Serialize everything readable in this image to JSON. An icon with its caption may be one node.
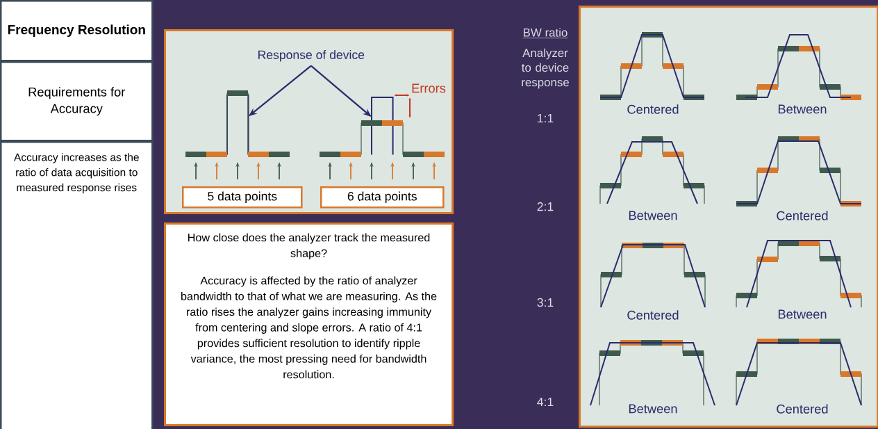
{
  "diagram": {
    "nodes": [
      {
        "text": [
          "Frequency Resolution"
        ]
      },
      {
        "text": [
          "Requirements for Accuracy"
        ]
      },
      {
        "text": [
          "Accuracy increases as the ratio of data acquisition to measured response rises"
        ]
      },
      {
        "text": [],
        "shape": "box"
      },
      {
        "text": [
          "Response of device"
        ],
        "in": 3
      },
      {
        "text": [],
        "shape": "picture",
        "in": 3
      },
      {
        "text": [],
        "shape": "picture",
        "in": 3
      },
      {
        "text": [
          "5 data points"
        ],
        "in": 3
      },
      {
        "text": [
          "6 data points"
        ],
        "in": 3
      },
      {
        "text": [
          "How close does the analyzer track the measured shape?",
          "Accuracy is affected by the ratio of analyzer bandwidth to that of what we are measuring. As the ratio rises the analyzer gains increasing immunity from centering and slope errors. A ratio of 4:1 provides sufficient resolution to identify ripple variance, the most pressing need for bandwidth resolution."
        ]
      },
      {
        "text": [],
        "shape": "box"
      }
    ],
    "edges": [
      {
        "from": 4,
        "to": 5,
        "arrow": "to"
      },
      {
        "from": 4,
        "to": 6,
        "arrow": "to"
      }
    ],
    "labels": [
      "Errors",
      "BW ratio",
      "Analyzer to device response",
      "1:1",
      "Centered",
      "Between",
      "2:1",
      "Between",
      "Centered",
      "3:1",
      "Centered",
      "Between",
      "4:1",
      "Between",
      "Centered"
    ]
  }
}
